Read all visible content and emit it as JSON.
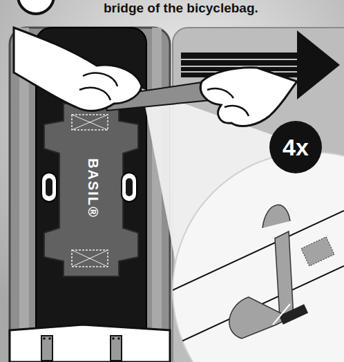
{
  "diagram": {
    "nodes": [
      {
        "text": [
          "4x"
        ]
      }
    ],
    "labels": [
      "bridge of the bicyclebag.",
      "BASIL®"
    ]
  }
}
